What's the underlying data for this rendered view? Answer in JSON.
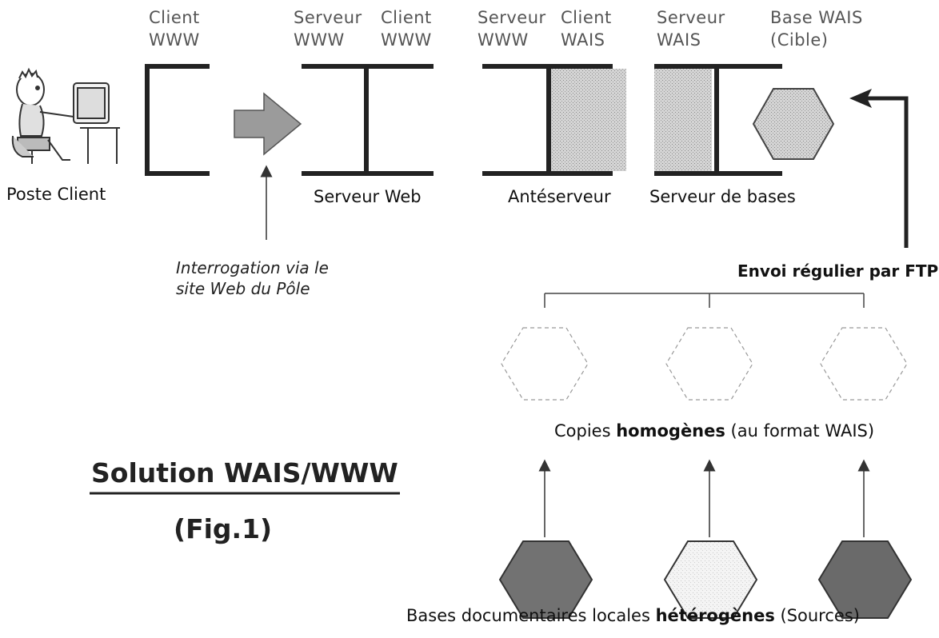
{
  "top_labels": {
    "client_www": [
      "Client",
      "WWW"
    ],
    "serveur_www": [
      "Serveur",
      "WWW"
    ],
    "client_www_2": [
      "Client",
      "WWW"
    ],
    "serveur_www_2": [
      "Serveur",
      "WWW"
    ],
    "client_wais": [
      "Client",
      "WAIS"
    ],
    "serveur_wais": [
      "Serveur",
      "WAIS"
    ],
    "base_wais": [
      "Base WAIS",
      "(Cible)"
    ]
  },
  "nodes": {
    "poste_client": "Poste Client",
    "serveur_web": "Serveur Web",
    "anteserveur": "Antéserveur",
    "serveur_bases": "Serveur de bases"
  },
  "notes": {
    "interrogation": [
      "Interrogation via le",
      "site Web du Pôle"
    ],
    "envoi_ftp": "Envoi régulier par FTP"
  },
  "copies": {
    "prefix": "Copies ",
    "bold": "homogènes",
    "suffix": " (au format WAIS)"
  },
  "sources": {
    "prefix": "Bases documentaires locales ",
    "bold": "hétérogènes",
    "suffix": " (Sources)"
  },
  "title": "Solution WAIS/WWW",
  "fig": "(Fig.1)"
}
